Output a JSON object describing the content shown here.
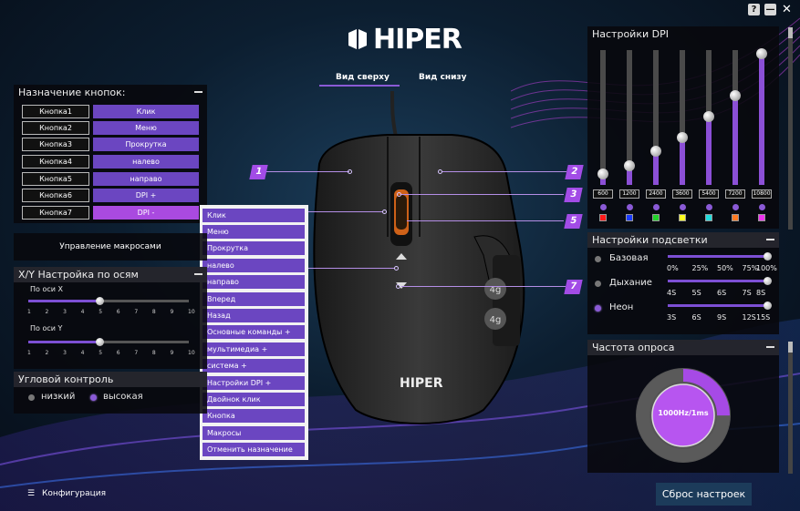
{
  "brand": {
    "logo_text": "HIPER",
    "mouse_logo_text": "HIPER"
  },
  "window_controls": {
    "help": "?",
    "minimize": "—",
    "close": "✕"
  },
  "tabs": [
    {
      "label": "Вид сверху",
      "active": true
    },
    {
      "label": "Вид снизу",
      "active": false
    }
  ],
  "assign": {
    "title": "Назначение кнопок:",
    "rows": [
      {
        "name": "Кнопка1",
        "value": "Клик"
      },
      {
        "name": "Кнопка2",
        "value": "Меню"
      },
      {
        "name": "Кнопка3",
        "value": "Прокрутка"
      },
      {
        "name": "Кнопка4",
        "value": "налево"
      },
      {
        "name": "Кнопка5",
        "value": "направо"
      },
      {
        "name": "Кнопка6",
        "value": "DPI +"
      },
      {
        "name": "Кнопка7",
        "value": "DPI -"
      }
    ]
  },
  "menu": {
    "items": [
      "Клик",
      "Меню",
      "Прокрутка",
      "налево",
      "направо",
      "Вперед",
      "Назад",
      "Основные команды +",
      "мультимедиа +",
      "система +",
      "Настройки DPI +",
      "Двойнок клик",
      "Кнопка",
      "Макросы",
      "Отменить назначение"
    ]
  },
  "macro": {
    "label": "Управление макросами"
  },
  "xy": {
    "title": "X/Y Настройка по осям",
    "x_label": "По оси X",
    "y_label": "По оси Y",
    "ticks": [
      "1",
      "2",
      "3",
      "4",
      "5",
      "6",
      "7",
      "8",
      "9",
      "10"
    ],
    "x_value": 5,
    "y_value": 5
  },
  "angle": {
    "title": "Угловой контроль",
    "low": "низкий",
    "high": "высокая",
    "selected": "high"
  },
  "dpi": {
    "title": "Настройки DPI",
    "levels": [
      {
        "value": "600",
        "fraction": 0.08,
        "color": "#ff1a1a"
      },
      {
        "value": "1200",
        "fraction": 0.14,
        "color": "#1a3cff"
      },
      {
        "value": "2400",
        "fraction": 0.25,
        "color": "#22d22a"
      },
      {
        "value": "3600",
        "fraction": 0.35,
        "color": "#ffff22"
      },
      {
        "value": "5400",
        "fraction": 0.51,
        "color": "#22dddd"
      },
      {
        "value": "7200",
        "fraction": 0.66,
        "color": "#ff7a22"
      },
      {
        "value": "10800",
        "fraction": 0.97,
        "color": "#ee33ee"
      }
    ]
  },
  "backlight": {
    "title": "Настройки подсветки",
    "modes": [
      {
        "label": "Базовая",
        "ticks": [
          "0%",
          "25%",
          "50%",
          "75%",
          "100%"
        ],
        "value": 1.0,
        "on": false
      },
      {
        "label": "Дыхание",
        "ticks": [
          "4S",
          "5S",
          "6S",
          "7S",
          "8S"
        ],
        "value": 1.0,
        "on": false
      },
      {
        "label": "Неон",
        "ticks": [
          "3S",
          "6S",
          "9S",
          "12S",
          "15S"
        ],
        "value": 1.0,
        "on": true
      }
    ]
  },
  "poll": {
    "title": "Частота опроса",
    "value": "1000Hz/1ms",
    "fraction": 0.25
  },
  "callouts": [
    "1",
    "2",
    "3",
    "5",
    "7"
  ],
  "mouse_side_buttons": [
    "4g",
    "4g"
  ],
  "bottom": {
    "config_label": "Конфигурация",
    "reset_label": "Сброс настроек"
  },
  "colors": {
    "accent": "#6b46c1",
    "accent_bright": "#a94ae0",
    "reset": "#1c3b5a"
  }
}
